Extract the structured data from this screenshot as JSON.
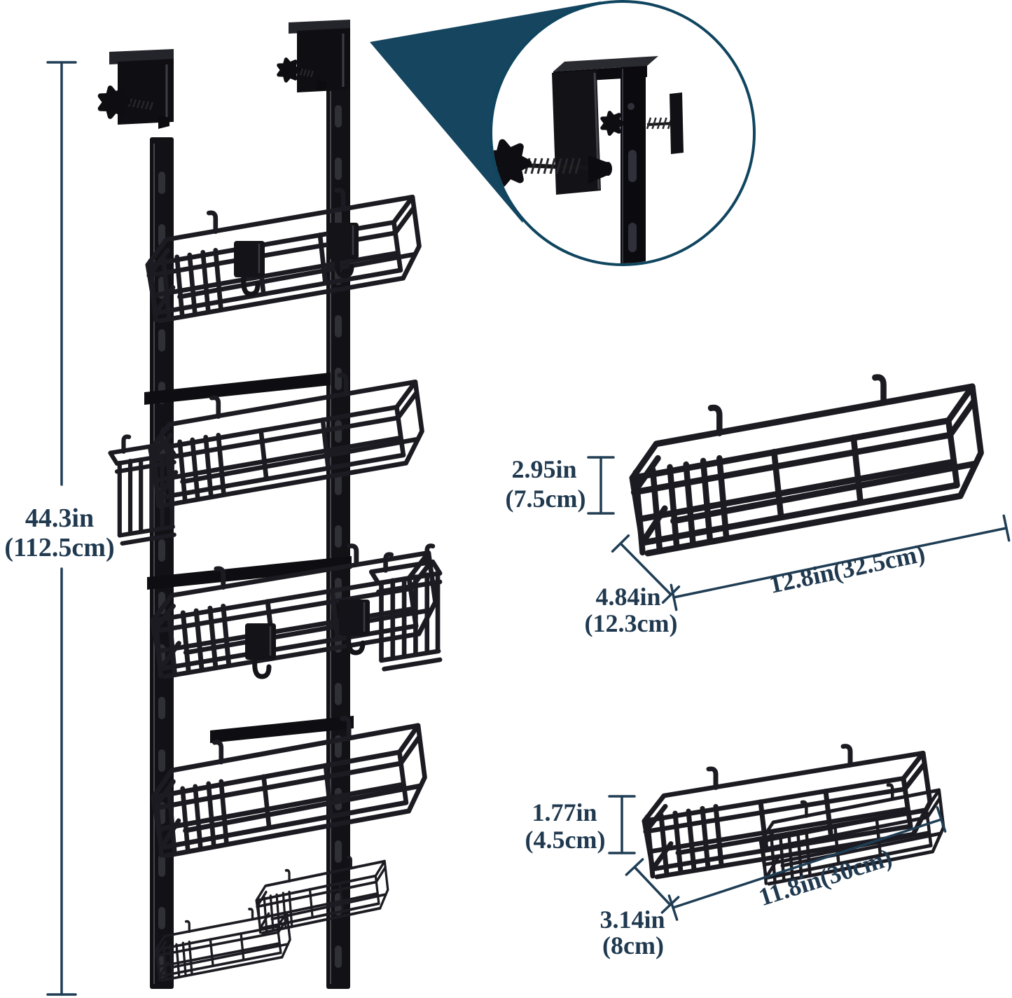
{
  "figure_type": "product-dimension-diagram",
  "colors": {
    "annotation_text": "#20394f",
    "dimension_line": "#1f3d54",
    "callout_wedge_fill": "#15455f",
    "callout_circle_stroke": "#10455f",
    "product_wire": "#1b1b21",
    "background": "#ffffff"
  },
  "icons": {
    "callout": "zoom-detail-circle",
    "clamp": "over-door-clamp-knob",
    "knob": "star-knob-icon"
  },
  "overall": {
    "height_in": "44.3in",
    "height_cm": "(112.5cm)"
  },
  "large_shelf": {
    "height_in": "2.95in",
    "height_cm": "(7.5cm)",
    "depth_in": "4.84in",
    "depth_cm": "(12.3cm)",
    "length": "12.8in(32.5cm)"
  },
  "small_shelf": {
    "height_in": "1.77in",
    "height_cm": "(4.5cm)",
    "depth_in": "3.14in",
    "depth_cm": "(8cm)",
    "length": "11.8in(30cm)"
  }
}
